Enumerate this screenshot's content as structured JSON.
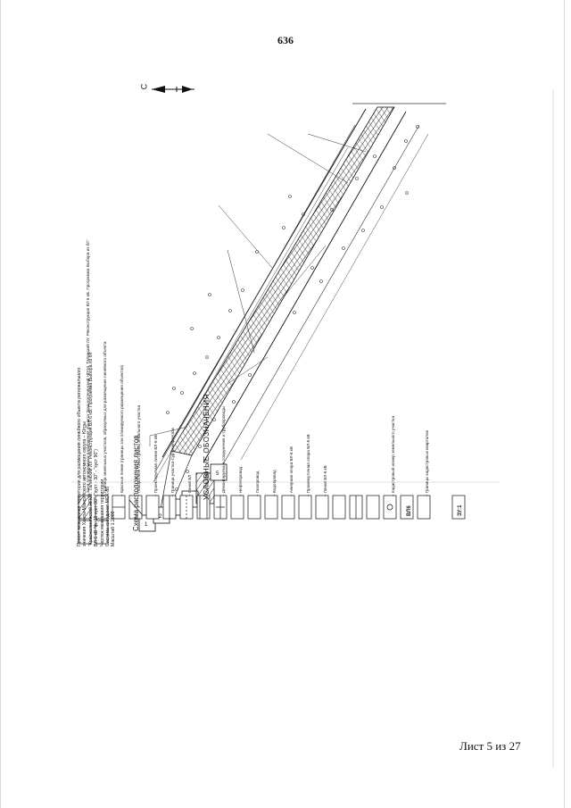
{
  "page_number": "636",
  "sheet_label": "Лист 5 из 27",
  "north_label": "С",
  "title_lines": [
    "Проект межевания территории для размещения линейного объекта регионального",
    "значения Ханты-Мансийского автономного округа – Югры",
    "\"Красноленинский НГКМ. Талинский ЛУ. Реконструкция ВЛ 6 кВ. Программа Выбора из б/г\"",
    "ВЛ 6 кВ \"ф. 18 куст 90\" (\"куст - 30\" - \"куст 90\")",
    "Чертеж межевания территории",
    "Система координат МСК-86",
    "Масштаб 1:2000"
  ],
  "layout_scheme_label": "Схема расположения листов",
  "sheet_layout_numbers": [
    "1",
    "2",
    "3",
    "4",
    "5"
  ],
  "legend_title": "УСЛОВНЫЕ ОБОЗНАЧЕНИЯ",
  "legend_items": [
    "– Зона планируемого размещения объекта \"Красноленинский НГКМ. Талинский ЛУ. Реконструкция ВЛ 6 кВ. Программа Выбора из б/г\"",
    "– Граница земельных участков, образуемых для размещения линейного объекта",
    "– Красные линии (границы зон планируемого размещения объектов)",
    "– Поворотные точки границ земельного участка",
    "– Проектируемая линия ВЛ-6 кВ",
    "– Граница участка Сургутнефтегаза",
    "– Линия ВЛ",
    "– Автодорога",
    "– Демонтируемые сооружения и трубопроводы",
    "– Нефтепровод",
    "– Газопровод",
    "– Водопровод",
    "– Анкерная опора ВЛ-6 кВ",
    "– Промежуточная опора ВЛ-6 кВ",
    "– Линия ВЛ-6 кВ",
    "– Кадастровый номер земельного участка",
    "– Границы кадастровых кварталов"
  ],
  "legend_code_label": "ЗУ:1",
  "legend_code_label_2": "ВЛ6"
}
